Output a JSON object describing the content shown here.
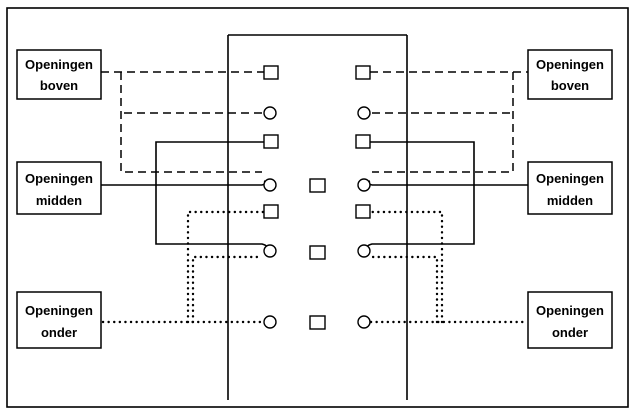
{
  "labels": {
    "top_left": [
      "Openingen",
      "boven"
    ],
    "top_right": [
      "Openingen",
      "boven"
    ],
    "middle_left": [
      "Openingen",
      "midden"
    ],
    "middle_right": [
      "Openingen",
      "midden"
    ],
    "bottom_left": [
      "Openingen",
      "onder"
    ],
    "bottom_right": [
      "Openingen",
      "onder"
    ]
  },
  "line_styles": {
    "boven": "dashed",
    "midden": "solid",
    "onder": "dotted"
  },
  "colors": {
    "stroke": "#000000",
    "background": "#ffffff"
  }
}
